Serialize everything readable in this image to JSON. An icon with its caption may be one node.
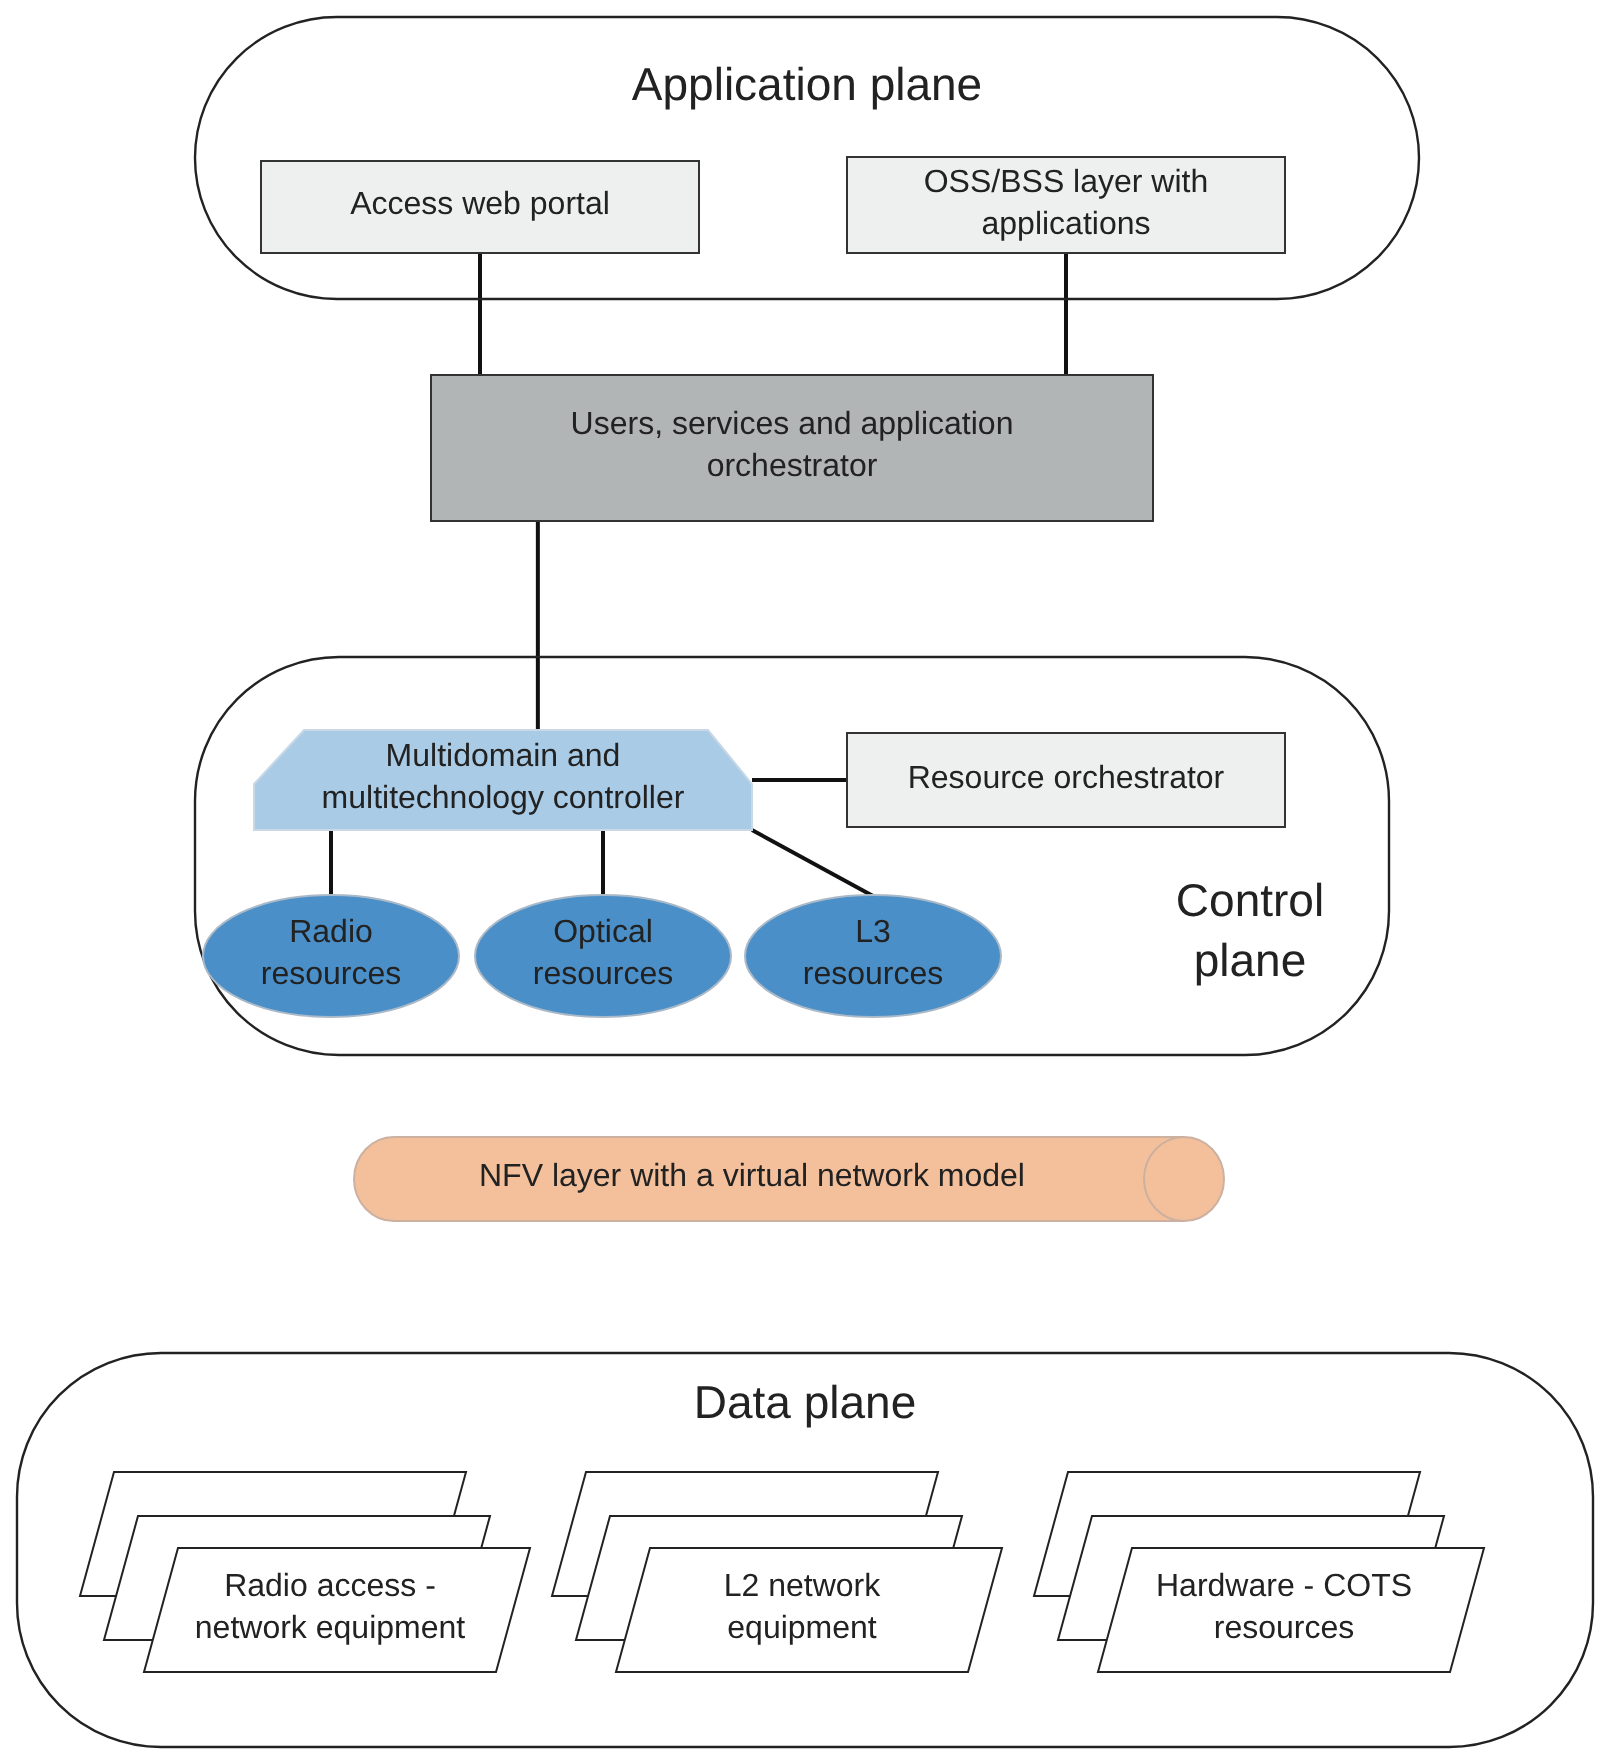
{
  "diagram": {
    "nodes": [
      {
        "text": [
          "Application plane"
        ]
      },
      {
        "text": [
          "Access web portal"
        ],
        "in": 0
      },
      {
        "text": [
          "OSS/BSS layer with applications"
        ],
        "in": 0
      },
      {
        "text": [
          "Users, services and application orchestrator"
        ]
      },
      {
        "text": [
          "Control plane"
        ]
      },
      {
        "text": [
          "Multidomain and multitechnology controller"
        ],
        "in": 4
      },
      {
        "text": [
          "Resource orchestrator"
        ],
        "in": 4
      },
      {
        "text": [
          "Radio resources"
        ],
        "in": 4
      },
      {
        "text": [
          "Optical resources"
        ],
        "in": 4
      },
      {
        "text": [
          "L3 resources"
        ],
        "in": 4
      },
      {
        "text": [
          "NFV layer with a virtual network model"
        ]
      },
      {
        "text": [
          "Data plane"
        ]
      },
      {
        "text": [
          "Radio access - network equipment"
        ],
        "in": 11
      },
      {
        "text": [
          "L2 network equipment"
        ],
        "in": 11
      },
      {
        "text": [
          "Hardware - COTS resources"
        ],
        "in": 11
      }
    ],
    "edges": [
      {
        "from": 1,
        "to": 3,
        "arrow": "none"
      },
      {
        "from": 2,
        "to": 3,
        "arrow": "none"
      },
      {
        "from": 3,
        "to": 5,
        "arrow": "none"
      },
      {
        "from": 5,
        "to": 6,
        "arrow": "none"
      },
      {
        "from": 5,
        "to": 7,
        "arrow": "none"
      },
      {
        "from": 5,
        "to": 8,
        "arrow": "none"
      },
      {
        "from": 5,
        "to": 9,
        "arrow": "none"
      }
    ]
  }
}
